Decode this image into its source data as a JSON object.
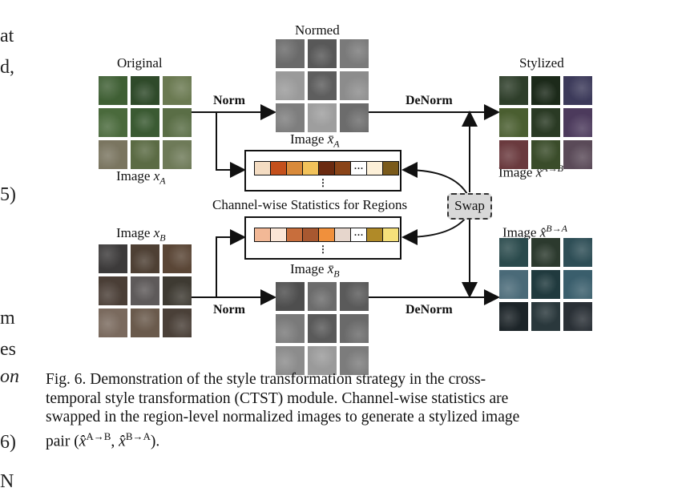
{
  "page": {
    "margin_fragments": [
      "at",
      "d,",
      "5)",
      "m",
      "es",
      "on",
      "6)",
      "N"
    ]
  },
  "figure": {
    "labels": {
      "original": "Original",
      "normed": "Normed",
      "stylized": "Stylized",
      "norm_top": "Norm",
      "denorm_top": "DeNorm",
      "norm_bottom": "Norm",
      "denorm_bottom": "DeNorm",
      "image_xa_word": "Image",
      "image_xa_sym": "x",
      "image_xa_sub": "A",
      "image_xb_word": "Image",
      "image_xb_sym": "x",
      "image_xb_sub": "B",
      "mean_a_word": "Image",
      "mean_a_sym": "x̄",
      "mean_a_sub": "A",
      "mean_b_word": "Image",
      "mean_b_sym": "x̄",
      "mean_b_sub": "B",
      "stylized_ab_word": "Image",
      "stylized_ab_sym": "x̂",
      "stylized_ab_sup": "A→B",
      "stylized_ba_word": "Image",
      "stylized_ba_sym": "x̂",
      "stylized_ba_sup": "B→A",
      "channel_stats": "Channel-wise Statistics for Regions",
      "swap": "Swap",
      "ellipsis": "···",
      "vdots": "⋮"
    },
    "swatches_a": [
      "#f4dcc2",
      "#c4501c",
      "#d98a3a",
      "#f2c25a",
      "#6a2a10",
      "#8a4418",
      "",
      "#fdf0d8",
      "#7a5a1a"
    ],
    "swatches_b": [
      "#f2b896",
      "#fbe6d6",
      "#c86e3c",
      "#a85830",
      "#f0903c",
      "#e6d6cc",
      "",
      "#b08a28",
      "#f6e07a"
    ],
    "colors": {
      "tiles_original": [
        "#3f5f34",
        "#2f4a2a",
        "#6b7a52",
        "#4a6a3c",
        "#3a5a32",
        "#5a6e46",
        "#7a7560",
        "#5b6b44",
        "#6e7a58"
      ],
      "tiles_normed_top": [
        "#6a6a6a",
        "#585858",
        "#7a7a7a",
        "#9a9a9a",
        "#5e5e5e",
        "#8c8c8c",
        "#7e7e7e",
        "#9e9e9e",
        "#6c6c6c"
      ],
      "tiles_stylized_top": [
        "#2e3e2a",
        "#1c2a1a",
        "#3c3a5a",
        "#4a5e30",
        "#2a3a24",
        "#4c3a5c",
        "#6a3a3e",
        "#3a4c2a",
        "#5a4a58"
      ],
      "tiles_original_b": [
        "#3c3a3a",
        "#4e4034",
        "#5a4636",
        "#4a3e36",
        "#5e5a5a",
        "#3e3a32",
        "#7a6a5e",
        "#6a5a4c",
        "#4a4038"
      ],
      "tiles_normed_bottom": [
        "#4e4e4e",
        "#6c6c6c",
        "#5a5a5a",
        "#7a7a7a",
        "#5a5a5a",
        "#6a6a6a",
        "#8c8c8c",
        "#9a9a9a",
        "#7c7c7c"
      ],
      "tiles_stylized_bottom": [
        "#2a4a4c",
        "#2c3a2e",
        "#2e4e56",
        "#4a6a78",
        "#203a3e",
        "#3a5e6c",
        "#1c2428",
        "#2a383c",
        "#2a3036"
      ]
    }
  },
  "caption": {
    "lines": [
      "Fig. 6.   Demonstration of the style transformation strategy in the cross-",
      "temporal style transformation (CTST) module. Channel-wise statistics are",
      "swapped in the region-level normalized images to generate a stylized image"
    ],
    "last_prefix": "pair (",
    "last_sym1": "x̂",
    "last_sup1": "A→B",
    "last_comma": ", ",
    "last_sym2": "x̂",
    "last_sup2": "B→A",
    "last_suffix": ")."
  }
}
